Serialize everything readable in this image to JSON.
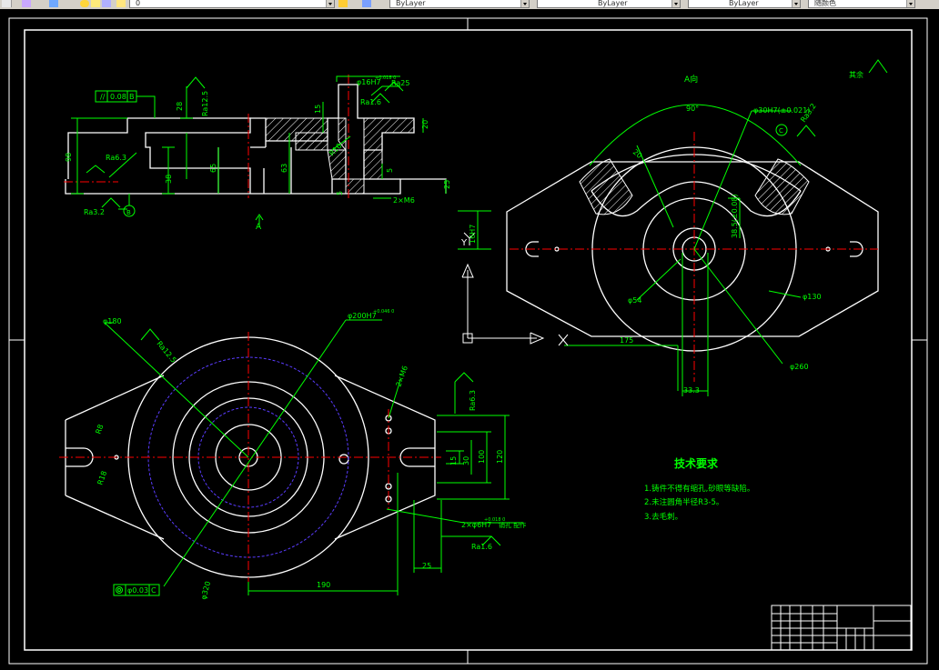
{
  "toolbar": {
    "layer_value": "0",
    "color_value": "ByLayer",
    "linetype_value": "ByLayer",
    "lineweight_value": "ByLayer",
    "plotstyle_value": "随颜色"
  },
  "drawing": {
    "section_view": {
      "datum_ref": "B",
      "parallelism_tol": "0.08",
      "parallelism_ref": "B",
      "surf_ra_left": "Ra6.3",
      "surf_ra_bottom": "Ra3.2",
      "surf_ra_top": "Ra12.5",
      "surf_ra_bore": "Ra1.6",
      "surf_ra_right": "Ra25",
      "bore_dim": "φ16H7",
      "bore_tol": "+0.018 0",
      "thread_dim": "2×M6",
      "dim_98": "98",
      "dim_28": "28",
      "dim_38": "38",
      "dim_65": "65",
      "dim_63": "63",
      "dim_15": "15",
      "dim_20": "20",
      "dim_5a": "5",
      "dim_5b": "5",
      "dim_25": "25",
      "dim_r10": "R10",
      "view_arrow": "A"
    },
    "a_view": {
      "title": "A向",
      "angle": "90°",
      "dim_20": "20",
      "bore_dim": "φ30H7(±0.021)",
      "surf_ra": "Ra3.2",
      "datum_c": "C",
      "dim_width_left": "16H7",
      "dim_width_right": "38.5(±0.08)",
      "dim_54": "φ54",
      "dim_130": "φ130",
      "dim_260": "φ260",
      "dim_175": "175",
      "dim_33": "33.3",
      "axis_y": "Y",
      "axis_x": "X"
    },
    "plan_view": {
      "dim_180": "φ180",
      "surf_ra_left": "Ra12.5",
      "bore_dim": "φ200H7",
      "bore_tol": "+0.046 0",
      "dim_r8": "R8",
      "dim_r18": "R18",
      "holes_2m6": "2×M6",
      "surf_ra_right": "Ra6.3",
      "dim_15": "15",
      "dim_30": "30",
      "dim_100": "100",
      "dim_120": "120",
      "pin_holes": "2×φ6H7",
      "pin_tol": "+0.018 0",
      "pin_note": "销孔 配作",
      "surf_ra_pin": "Ra1.6",
      "dim_25": "25",
      "dim_190": "190",
      "dim_320": "φ320",
      "concentricity_tol": "φ0.03",
      "concentricity_ref": "C"
    },
    "remaining_roughness": "其余",
    "tech_requirements": {
      "title": "技术要求",
      "items": [
        "1.铸件不得有缩孔,砂眼等缺陷。",
        "2.未注圆角半径R3-5。",
        "3.去毛刺。"
      ]
    },
    "colors": {
      "outline": "#ffffff",
      "dimension": "#00ff00",
      "center": "#ff0000",
      "hidden": "#5a3cff",
      "hatch": "#ffffff",
      "frame": "#ffffff",
      "background": "#000000"
    }
  }
}
